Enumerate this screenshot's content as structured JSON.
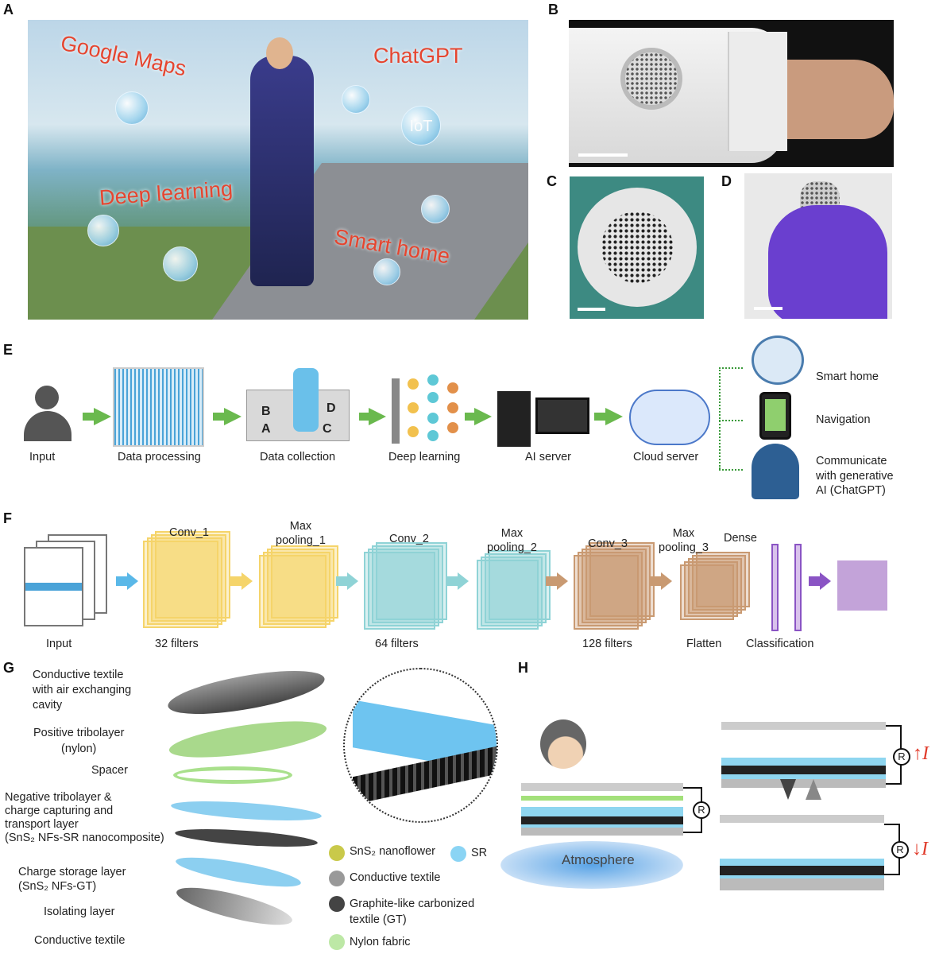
{
  "panels": {
    "a": "A",
    "b": "B",
    "c": "C",
    "d": "D",
    "e": "E",
    "f": "F",
    "g": "G",
    "h": "H"
  },
  "panel_a": {
    "labels": [
      "Google Maps",
      "ChatGPT",
      "Deep learning",
      "Smart home"
    ],
    "iot": "IoT"
  },
  "panel_e": {
    "steps": [
      "Input",
      "Data processing",
      "Data collection",
      "Deep learning",
      "AI server",
      "Cloud server"
    ],
    "blocks": [
      "B",
      "D",
      "A",
      "C"
    ],
    "outputs": [
      "Smart home",
      "Navigation",
      "Communicate\nwith generative\nAI (ChatGPT)"
    ],
    "colors": {
      "arrow": "#6ab94e"
    }
  },
  "panel_f": {
    "layers": [
      {
        "top": "",
        "bottom": "Input"
      },
      {
        "top": "Conv_1",
        "bottom": "32 filters"
      },
      {
        "top": "Max\npooling_1",
        "bottom": ""
      },
      {
        "top": "Conv_2",
        "bottom": "64 filters"
      },
      {
        "top": "Max\npooling_2",
        "bottom": ""
      },
      {
        "top": "Conv_3",
        "bottom": "128 filters"
      },
      {
        "top": "Max\npooling_3",
        "bottom": "Flatten"
      },
      {
        "top": "Dense",
        "bottom": "Classification"
      }
    ],
    "colors": {
      "yellow": "#f5d46a",
      "cyan": "#8fd3d6",
      "brown": "#c99a72",
      "purple": "#c3a3d9"
    }
  },
  "panel_g": {
    "layers": [
      "Conductive textile\nwith air exchanging\ncavity",
      "Positive tribolayer\n(nylon)",
      "Spacer",
      "Negative tribolayer &\ncharge capturing and\ntransport layer\n(SnS₂ NFs-SR nanocomposite)",
      "Charge storage layer\n(SnS₂ NFs-GT)",
      "Isolating layer",
      "Conductive textile"
    ],
    "legend": [
      "SnS₂ nanoflower",
      "SR",
      "Conductive textile",
      "Graphite-like carbonized\ntextile (GT)",
      "Nylon fabric"
    ]
  },
  "panel_h": {
    "atmosphere": "Atmosphere",
    "resistor": "R",
    "current": "I"
  }
}
